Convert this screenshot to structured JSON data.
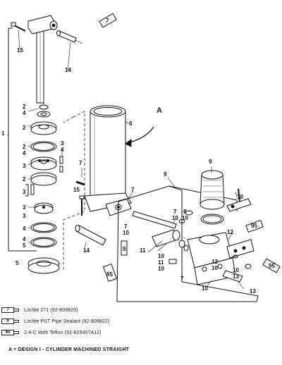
{
  "diagram": {
    "callouts": {
      "c1": "1",
      "c2": "2",
      "c3": "3",
      "c4": "4",
      "c5": "5",
      "c6": "6",
      "c7": "7",
      "c8": "8",
      "c9": "9",
      "c10": "10",
      "c11": "11",
      "c12": "12",
      "c13": "13",
      "c14": "14",
      "c15": "15",
      "cA": "A"
    },
    "tube_codes": {
      "t7": "7",
      "t9": "9",
      "t95": "95"
    }
  },
  "legend": [
    {
      "code": "7",
      "text": "Loctite 271 (92-809820)"
    },
    {
      "code": "9",
      "text": "Loctite PST Pipe Sealant (92-809822)"
    },
    {
      "code": "95",
      "text": "2-4-C With Teflon (92-825407A12)"
    }
  ],
  "note": "A = DESIGN I - CYLINDER MACHINED STRAIGHT"
}
